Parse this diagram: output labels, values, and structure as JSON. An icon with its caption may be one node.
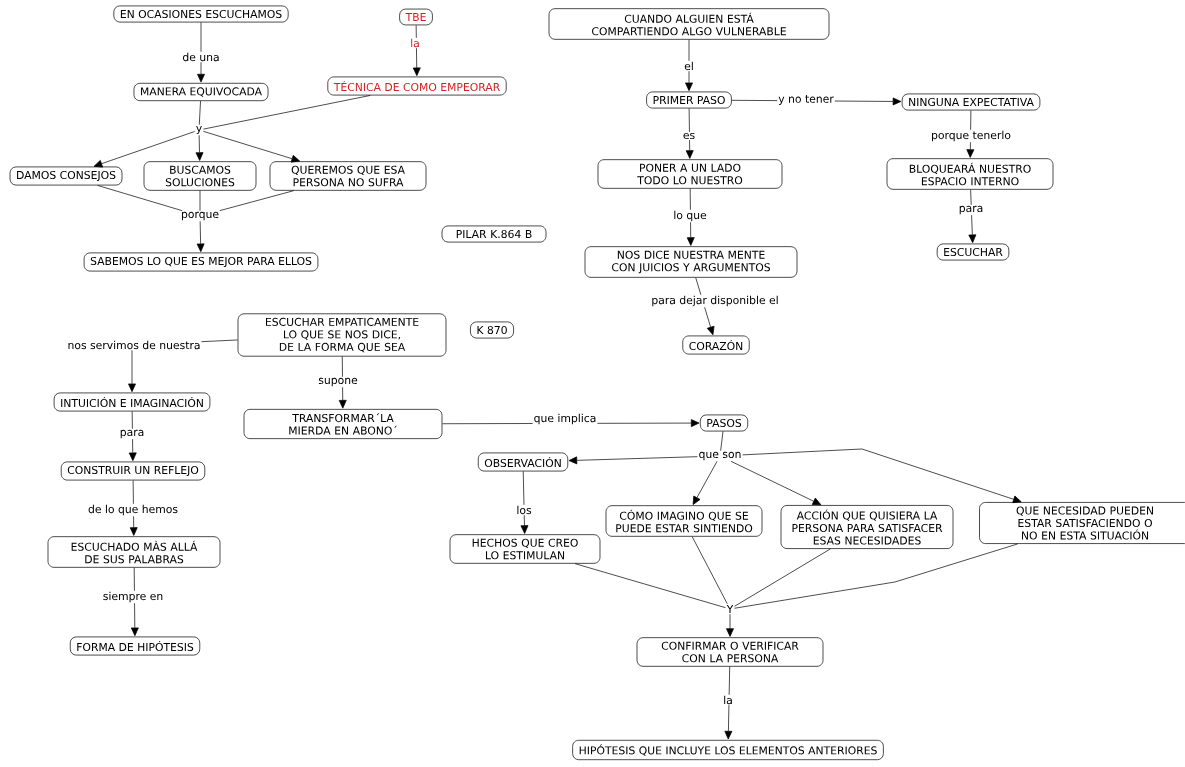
{
  "diagram": {
    "nodes": [
      {
        "text": [
          "EN OCASIONES ESCUCHAMOS"
        ]
      },
      {
        "text": [
          "TBE"
        ]
      },
      {
        "text": [
          "MANERA EQUIVOCADA"
        ]
      },
      {
        "text": [
          "TÉCNICA DE COMO EMPEORAR"
        ]
      },
      {
        "text": [
          "y"
        ]
      },
      {
        "text": [
          "DAMOS CONSEJOS"
        ]
      },
      {
        "text": [
          "BUSCAMOS SOLUCIONES"
        ]
      },
      {
        "text": [
          "QUEREMOS QUE ESA PERSONA NO SUFRA"
        ]
      },
      {
        "text": [
          "porque"
        ]
      },
      {
        "text": [
          "SABEMOS LO QUE ES MEJOR PARA ELLOS"
        ]
      },
      {
        "text": [
          "PILAR K.864 B"
        ]
      },
      {
        "text": [
          "CUANDO ALGUIEN ESTÁ COMPARTIENDO ALGO VULNERABLE"
        ]
      },
      {
        "text": [
          "PRIMER PASO"
        ]
      },
      {
        "text": [
          "NINGUNA EXPECTATIVA"
        ]
      },
      {
        "text": [
          "PONER A UN LADO TODO LO NUESTRO"
        ]
      },
      {
        "text": [
          "BLOQUEARÁ NUESTRO ESPACIO INTERNO"
        ]
      },
      {
        "text": [
          "NOS DICE NUESTRA MENTE CON JUICIOS Y ARGUMENTOS"
        ]
      },
      {
        "text": [
          "ESCUCHAR"
        ]
      },
      {
        "text": [
          "CORAZÓN"
        ]
      },
      {
        "text": [
          "ESCUCHAR EMPATICAMENTE LO QUE SE NOS DICE, DE LA FORMA QUE SEA"
        ]
      },
      {
        "text": [
          "K 870"
        ]
      },
      {
        "text": [
          "INTUICIÓN E IMAGINACIÓN"
        ]
      },
      {
        "text": [
          "TRANSFORMAR´LA MIERDA EN ABONO´"
        ]
      },
      {
        "text": [
          "CONSTRUIR UN REFLEJO"
        ]
      },
      {
        "text": [
          "PASOS"
        ]
      },
      {
        "text": [
          "que son"
        ]
      },
      {
        "text": [
          "OBSERVACIÓN"
        ]
      },
      {
        "text": [
          "ESCUCHADO MÀS ALLÁ DE SUS PALABRAS"
        ]
      },
      {
        "text": [
          "HECHOS QUE CREO LO ESTIMULAN"
        ]
      },
      {
        "text": [
          "CÓMO IMAGINO QUE SE PUEDE ESTAR SINTIENDO"
        ]
      },
      {
        "text": [
          "ACCIÓN QUE QUISIERA LA PERSONA PARA SATISFACER ESAS NECESIDADES"
        ]
      },
      {
        "text": [
          "QUE NECESIDAD PUEDEN ESTAR SATISFACIENDO O NO EN ESTA SITUACIÓN"
        ]
      },
      {
        "text": [
          "Y"
        ]
      },
      {
        "text": [
          "CONFIRMAR O VERIFICAR CON LA PERSONA"
        ]
      },
      {
        "text": [
          "FORMA DE HIPÓTESIS"
        ]
      },
      {
        "text": [
          "HIPÓTESIS QUE INCLUYE LOS ELEMENTOS ANTERIORES"
        ]
      }
    ],
    "edges": [
      {
        "from": 0,
        "to": 2,
        "arrow": "to",
        "label": "de una"
      },
      {
        "from": 1,
        "to": 3,
        "arrow": "to",
        "label": "la"
      },
      {
        "from": 2,
        "to": 4,
        "arrow": "none"
      },
      {
        "from": 3,
        "to": 4,
        "arrow": "none"
      },
      {
        "from": 4,
        "to": 5,
        "arrow": "to"
      },
      {
        "from": 4,
        "to": 6,
        "arrow": "to"
      },
      {
        "from": 4,
        "to": 7,
        "arrow": "to"
      },
      {
        "from": 5,
        "to": 8,
        "arrow": "none"
      },
      {
        "from": 6,
        "to": 8,
        "arrow": "none"
      },
      {
        "from": 7,
        "to": 8,
        "arrow": "none"
      },
      {
        "from": 8,
        "to": 9,
        "arrow": "to"
      },
      {
        "from": 11,
        "to": 12,
        "arrow": "to",
        "label": "el"
      },
      {
        "from": 12,
        "to": 13,
        "arrow": "to",
        "label": "y no tener"
      },
      {
        "from": 12,
        "to": 14,
        "arrow": "to",
        "label": "es"
      },
      {
        "from": 13,
        "to": 15,
        "arrow": "to",
        "label": "porque tenerlo"
      },
      {
        "from": 14,
        "to": 16,
        "arrow": "to",
        "label": "lo que"
      },
      {
        "from": 15,
        "to": 17,
        "arrow": "to",
        "label": "para"
      },
      {
        "from": 16,
        "to": 18,
        "arrow": "to",
        "label": "para dejar disponible el"
      },
      {
        "from": 19,
        "to": 21,
        "arrow": "to",
        "label": "nos servimos de nuestra"
      },
      {
        "from": 19,
        "to": 22,
        "arrow": "to",
        "label": "supone"
      },
      {
        "from": 21,
        "to": 23,
        "arrow": "to",
        "label": "para"
      },
      {
        "from": 23,
        "to": 27,
        "arrow": "to",
        "label": "de lo que hemos"
      },
      {
        "from": 27,
        "to": 34,
        "arrow": "to",
        "label": "siempre en"
      },
      {
        "from": 22,
        "to": 24,
        "arrow": "to",
        "label": "que implica"
      },
      {
        "from": 24,
        "to": 25,
        "arrow": "none"
      },
      {
        "from": 25,
        "to": 26,
        "arrow": "to"
      },
      {
        "from": 25,
        "to": 29,
        "arrow": "to"
      },
      {
        "from": 25,
        "to": 30,
        "arrow": "to"
      },
      {
        "from": 25,
        "to": 31,
        "arrow": "to"
      },
      {
        "from": 26,
        "to": 28,
        "arrow": "to",
        "label": "los"
      },
      {
        "from": 28,
        "to": 32,
        "arrow": "none"
      },
      {
        "from": 29,
        "to": 32,
        "arrow": "none"
      },
      {
        "from": 30,
        "to": 32,
        "arrow": "none"
      },
      {
        "from": 31,
        "to": 32,
        "arrow": "none"
      },
      {
        "from": 32,
        "to": 33,
        "arrow": "to"
      },
      {
        "from": 33,
        "to": 35,
        "arrow": "to",
        "label": "la"
      }
    ]
  }
}
